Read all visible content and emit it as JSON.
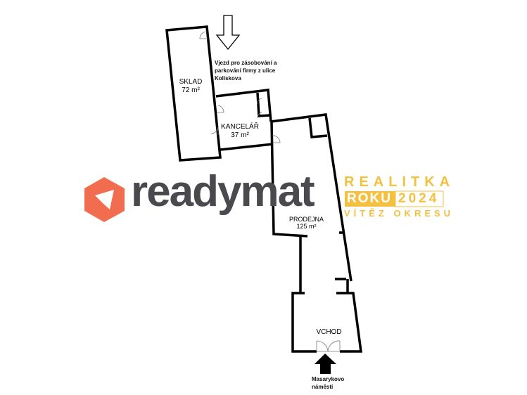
{
  "rooms": [
    {
      "name": "SKLAD",
      "area": "72 m²"
    },
    {
      "name": "KANCELÁŘ",
      "area": "37 m²"
    },
    {
      "name": "PRODEJNA",
      "area": "125 m²"
    },
    {
      "name": "VCHOD"
    }
  ],
  "notes": {
    "delivery": "Vjezd pro zásobování a parkování firmy z ulice Kolískova",
    "entrance": "Masarykovo náměstí"
  },
  "watermark": {
    "brand": "readymat",
    "badge_line1": "REALITKA",
    "badge_roku": "ROKU",
    "badge_year": "2024",
    "badge_line3": "VÍTĚZ OKRESU",
    "brand_color": "#f26d4f",
    "badge_color": "#f4c03f"
  }
}
